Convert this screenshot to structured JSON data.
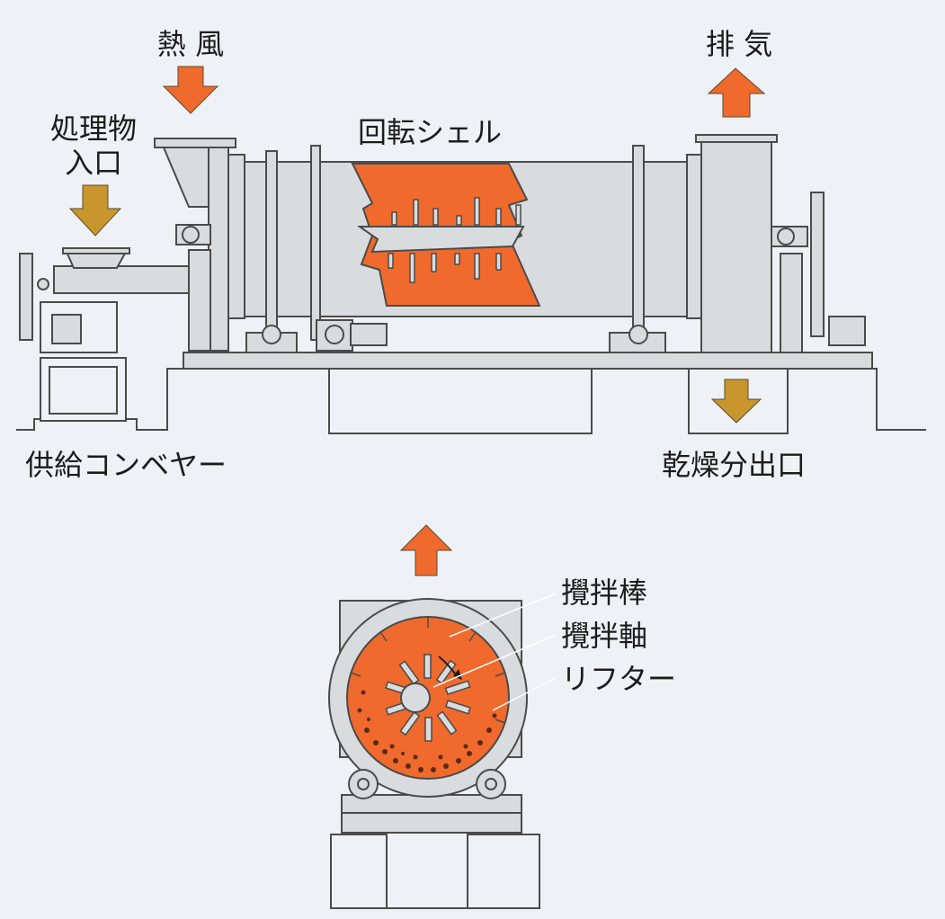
{
  "side_view": {
    "labels": {
      "hot_air": "熱 風",
      "feed_inlet_1": "処理物",
      "feed_inlet_2": "入口",
      "rotary_shell": "回転シェル",
      "exhaust": "排 気",
      "feed_conveyor": "供給コンベヤー",
      "dry_outlet": "乾燥分出口"
    }
  },
  "section_view": {
    "labels": {
      "stirring_rod": "攪拌棒",
      "stirring_shaft": "攪拌軸",
      "lifter": "リフター"
    }
  },
  "colors": {
    "background": "#eef2f6",
    "machine_fill": "#d9dcde",
    "machine_stroke": "#4b4b4b",
    "cutaway_orange": "#ef6a2c",
    "exhaust_arrow": "#ef6a2c",
    "feed_arrow": "#c9962e"
  }
}
